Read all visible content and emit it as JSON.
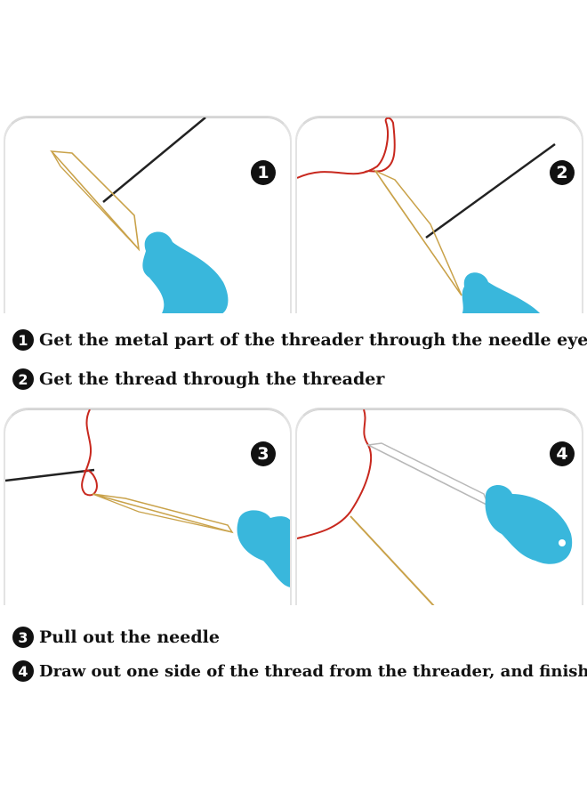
{
  "panels": [
    {
      "number": "1"
    },
    {
      "number": "2"
    },
    {
      "number": "3"
    },
    {
      "number": "4"
    }
  ],
  "steps": [
    {
      "number": "1",
      "text": "Get the metal part of the threader through the needle eye"
    },
    {
      "number": "2",
      "text": "Get the thread through the threader"
    },
    {
      "number": "3",
      "text": "Pull out the needle"
    },
    {
      "number": "4",
      "text": "Draw out one side of the thread from the threader, and finished"
    }
  ],
  "colors": {
    "threader_blue": "#39b7dc",
    "thread_red": "#c8281e",
    "wire_gold": "#c9a24a",
    "needle_dark": "#222222"
  }
}
